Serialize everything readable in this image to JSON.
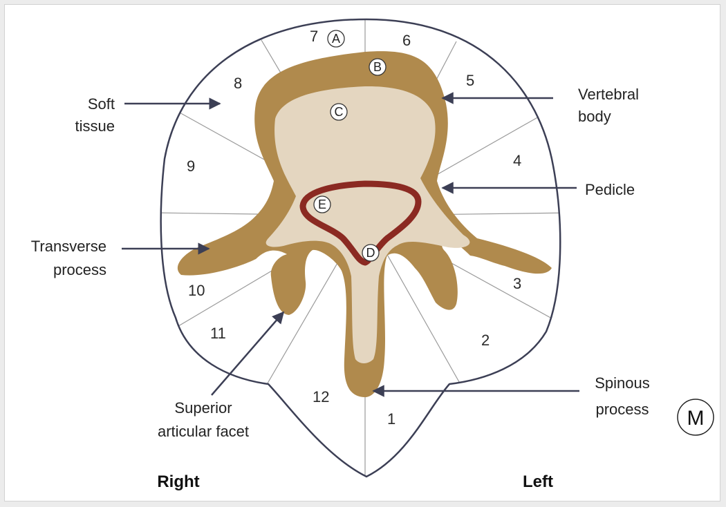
{
  "labels": {
    "soft_tissue_1": "Soft",
    "soft_tissue_2": "tissue",
    "vertebral_body_1": "Vertebral",
    "vertebral_body_2": "body",
    "pedicle": "Pedicle",
    "transverse_process_1": "Transverse",
    "transverse_process_2": "process",
    "superior_articular_facet_1": "Superior",
    "superior_articular_facet_2": "articular facet",
    "spinous_process_1": "Spinous",
    "spinous_process_2": "process"
  },
  "sides": {
    "right": "Right",
    "left": "Left"
  },
  "sectors": [
    "1",
    "2",
    "3",
    "4",
    "5",
    "6",
    "7",
    "8",
    "9",
    "10",
    "11",
    "12"
  ],
  "zones": [
    "A",
    "B",
    "C",
    "D",
    "E"
  ],
  "corner_mark": "M",
  "colors": {
    "bone": "#b08a4d",
    "canal": "#e4d6c0",
    "dura_ring": "#8b2a22",
    "outline": "#3c3f55",
    "sector_line": "#9a9a9a"
  }
}
